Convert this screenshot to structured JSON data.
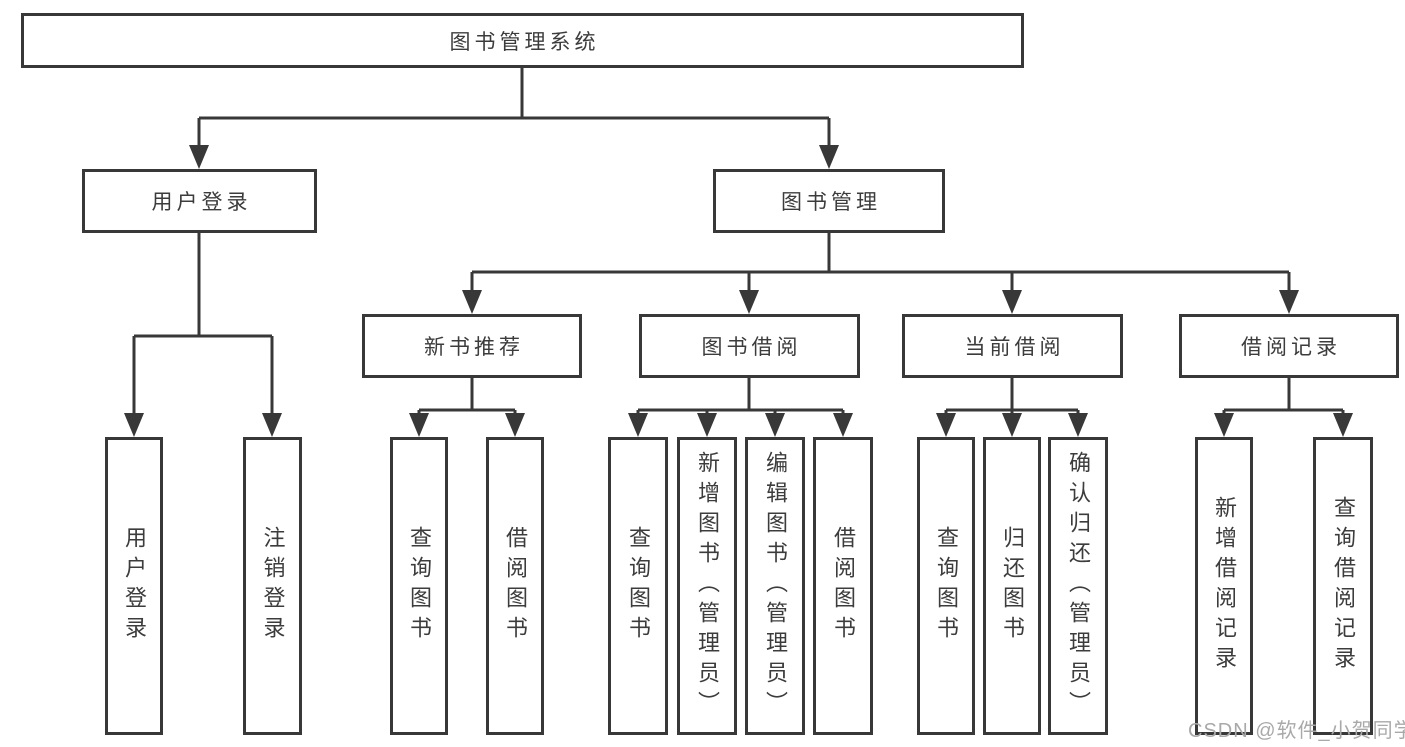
{
  "diagram": {
    "type": "tree",
    "root": {
      "label": "图书管理系统"
    },
    "level2": [
      {
        "label": "用户登录"
      },
      {
        "label": "图书管理"
      }
    ],
    "level3": [
      {
        "label": "新书推荐",
        "parent": "图书管理"
      },
      {
        "label": "图书借阅",
        "parent": "图书管理"
      },
      {
        "label": "当前借阅",
        "parent": "图书管理"
      },
      {
        "label": "借阅记录",
        "parent": "图书管理"
      }
    ],
    "leaves": [
      {
        "label": "用户登录",
        "parent": "用户登录"
      },
      {
        "label": "注销登录",
        "parent": "用户登录"
      },
      {
        "label": "查询图书",
        "parent": "新书推荐"
      },
      {
        "label": "借阅图书",
        "parent": "新书推荐"
      },
      {
        "label": "查询图书",
        "parent": "图书借阅"
      },
      {
        "label": "新增图书（管理员）",
        "parent": "图书借阅"
      },
      {
        "label": "编辑图书（管理员）",
        "parent": "图书借阅"
      },
      {
        "label": "借阅图书",
        "parent": "图书借阅"
      },
      {
        "label": "查询图书",
        "parent": "当前借阅"
      },
      {
        "label": "归还图书",
        "parent": "当前借阅"
      },
      {
        "label": "确认归还（管理员）",
        "parent": "当前借阅"
      },
      {
        "label": "新增借阅记录",
        "parent": "借阅记录"
      },
      {
        "label": "查询借阅记录",
        "parent": "借阅记录"
      }
    ]
  },
  "watermark": "CSDN @软件_小贺同学",
  "colors": {
    "line": "#383838",
    "box_border": "#383838",
    "text": "#3c3c3c",
    "background": "#ffffff",
    "watermark": "#a9a9a9"
  }
}
